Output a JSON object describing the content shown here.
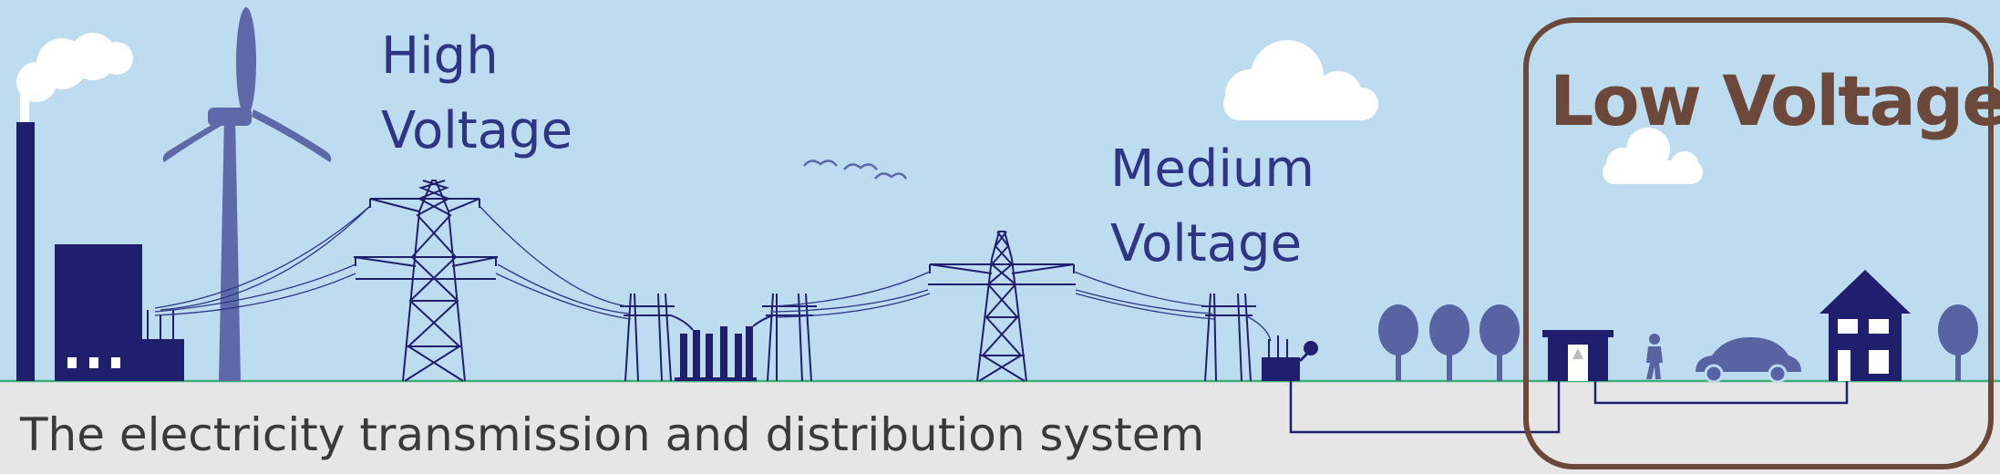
{
  "labels": {
    "high_voltage_line1": "High",
    "high_voltage_line2": "Voltage",
    "medium_voltage_line1": "Medium",
    "medium_voltage_line2": "Voltage",
    "low_voltage": "Low Voltage",
    "caption": "The electricity transmission and distribution system"
  },
  "colors": {
    "sky": "#bddcef",
    "ground": "#e6e6e6",
    "horizon_line": "#3cb07a",
    "dark_navy": "#1f1f6e",
    "medium_blue": "#5763a3",
    "highlight_frame": "#6b4839",
    "cloud": "#ffffff"
  }
}
